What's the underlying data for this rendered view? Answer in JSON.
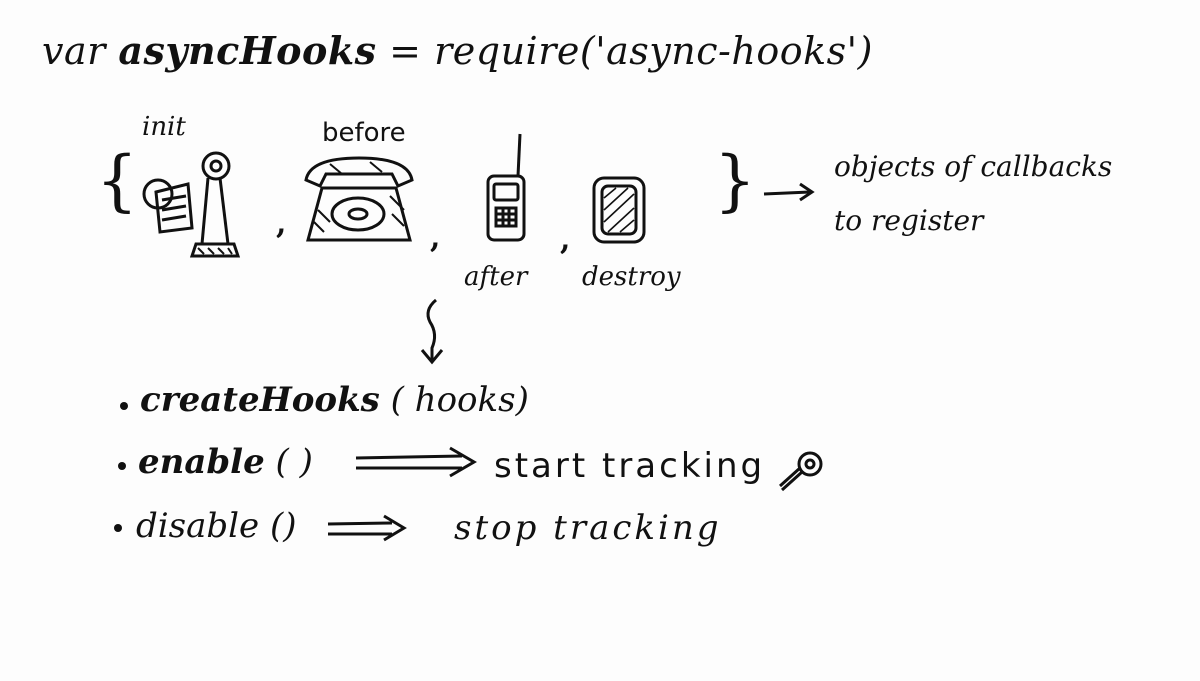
{
  "code_line": {
    "keyword": "var",
    "name": "asyncHooks",
    "equals": "=",
    "call": "require('async-hooks')"
  },
  "callbacks": [
    {
      "label": "init",
      "icon": "candlestick-phone-icon"
    },
    {
      "label": "before",
      "icon": "rotary-phone-icon"
    },
    {
      "label": "after",
      "icon": "mobile-phone-icon"
    },
    {
      "label": "destroy",
      "icon": "smartphone-icon"
    }
  ],
  "callbacks_note": {
    "line1": "objects of callbacks",
    "line2": "to register"
  },
  "methods": [
    {
      "name": "createHooks",
      "args": "( hooks)",
      "description": ""
    },
    {
      "name": "enable",
      "args": "( )",
      "description": "start tracking"
    },
    {
      "name": "disable",
      "args": "()",
      "description": "stop tracking"
    }
  ],
  "colors": {
    "ink": "#111111",
    "paper": "#fdfdfd"
  }
}
